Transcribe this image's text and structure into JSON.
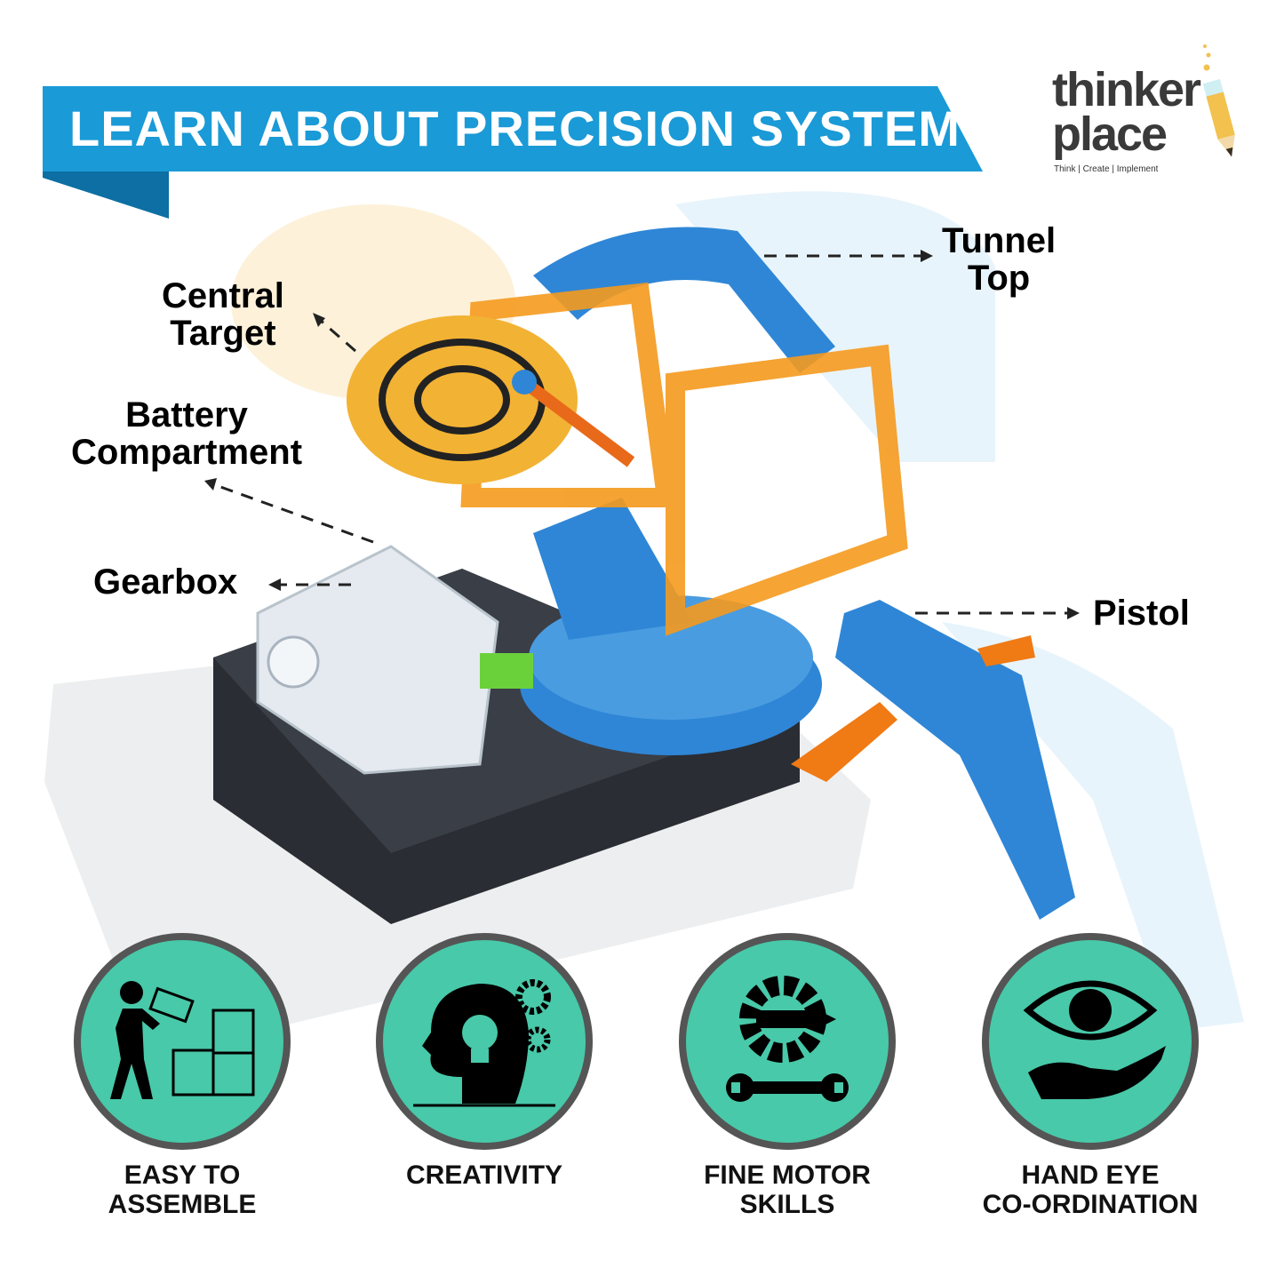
{
  "banner": {
    "title": "LEARN ABOUT PRECISION SYSTEM",
    "color": "#1a9ad6",
    "fold_color": "#0d6fa3"
  },
  "logo": {
    "line1": "thinker",
    "line2": "place",
    "tagline": "Think | Create | Implement"
  },
  "callouts": {
    "tunnel_top": [
      "Tunnel",
      "Top"
    ],
    "central_target": [
      "Central",
      "Target"
    ],
    "battery": [
      "Battery",
      "Compartment"
    ],
    "gearbox": "Gearbox",
    "pistol": "Pistol"
  },
  "features": [
    {
      "icon": "puzzle-assemble-icon",
      "lines": [
        "EASY TO",
        "ASSEMBLE"
      ]
    },
    {
      "icon": "head-lightbulb-gears-icon",
      "lines": [
        "CREATIVITY"
      ]
    },
    {
      "icon": "gear-pencil-wrench-icon",
      "lines": [
        "FINE MOTOR",
        "SKILLS"
      ]
    },
    {
      "icon": "eye-hand-icon",
      "lines": [
        "HAND EYE",
        "CO-ORDINATION"
      ]
    }
  ],
  "colors": {
    "teal": "#48c9a9",
    "ring": "#555555",
    "blue_part": "#2f86d6",
    "orange_part": "#f59a1e",
    "base": "#2a2d33"
  }
}
